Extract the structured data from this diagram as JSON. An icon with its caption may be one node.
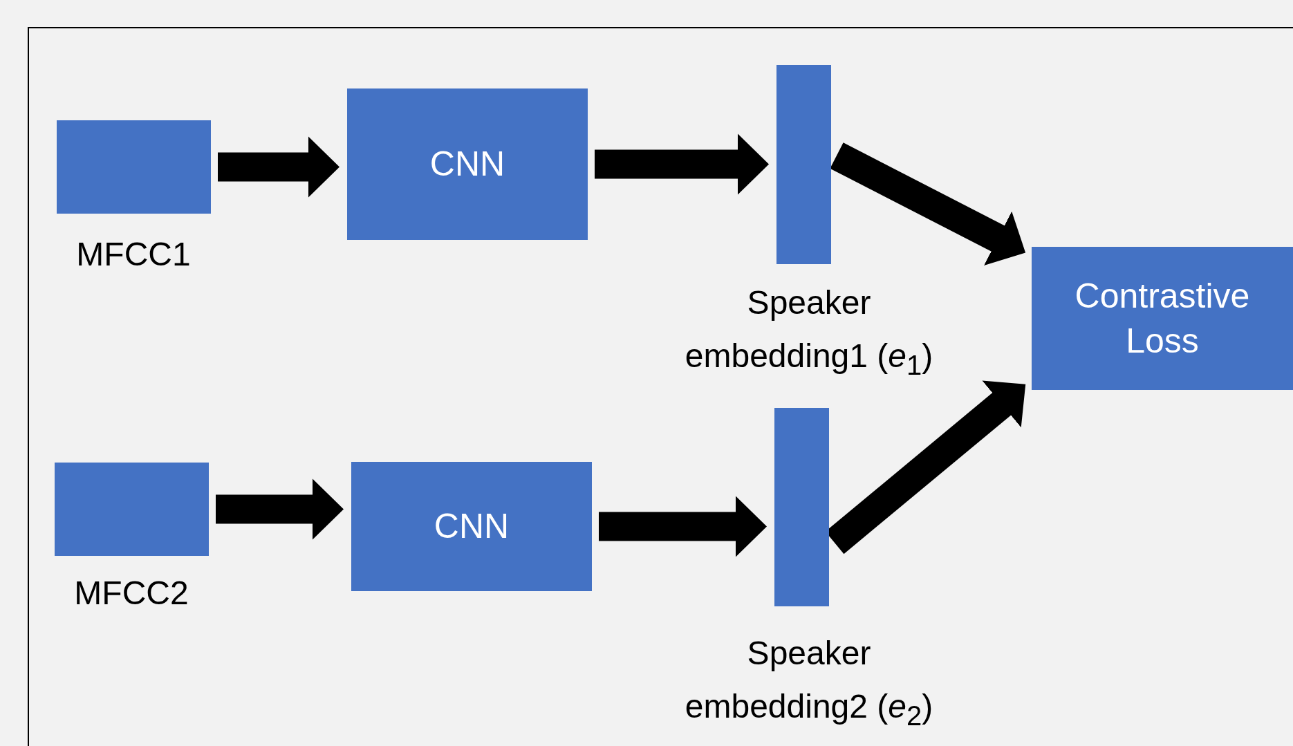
{
  "diagram": {
    "nodes": [
      {
        "text": [],
        "shape": "box",
        "beside": [
          "MFCC1"
        ]
      },
      {
        "text": [
          "CNN"
        ]
      },
      {
        "text": [],
        "shape": "bar",
        "beside": [
          "Speaker embedding1 (*e*$_{1}$)"
        ]
      },
      {
        "text": [],
        "shape": "box",
        "beside": [
          "MFCC2"
        ]
      },
      {
        "text": [
          "CNN"
        ]
      },
      {
        "text": [],
        "shape": "bar",
        "beside": [
          "Speaker embedding2 (*e*$_{2}$)"
        ]
      },
      {
        "text": [
          "Contrastive Loss"
        ]
      }
    ],
    "edges": [
      {
        "from": 0,
        "to": 1,
        "arrow": "to"
      },
      {
        "from": 1,
        "to": 2,
        "arrow": "to"
      },
      {
        "from": 3,
        "to": 4,
        "arrow": "to"
      },
      {
        "from": 4,
        "to": 5,
        "arrow": "to"
      },
      {
        "from": 2,
        "to": 6,
        "arrow": "to"
      },
      {
        "from": 5,
        "to": 6,
        "arrow": "to"
      }
    ]
  }
}
